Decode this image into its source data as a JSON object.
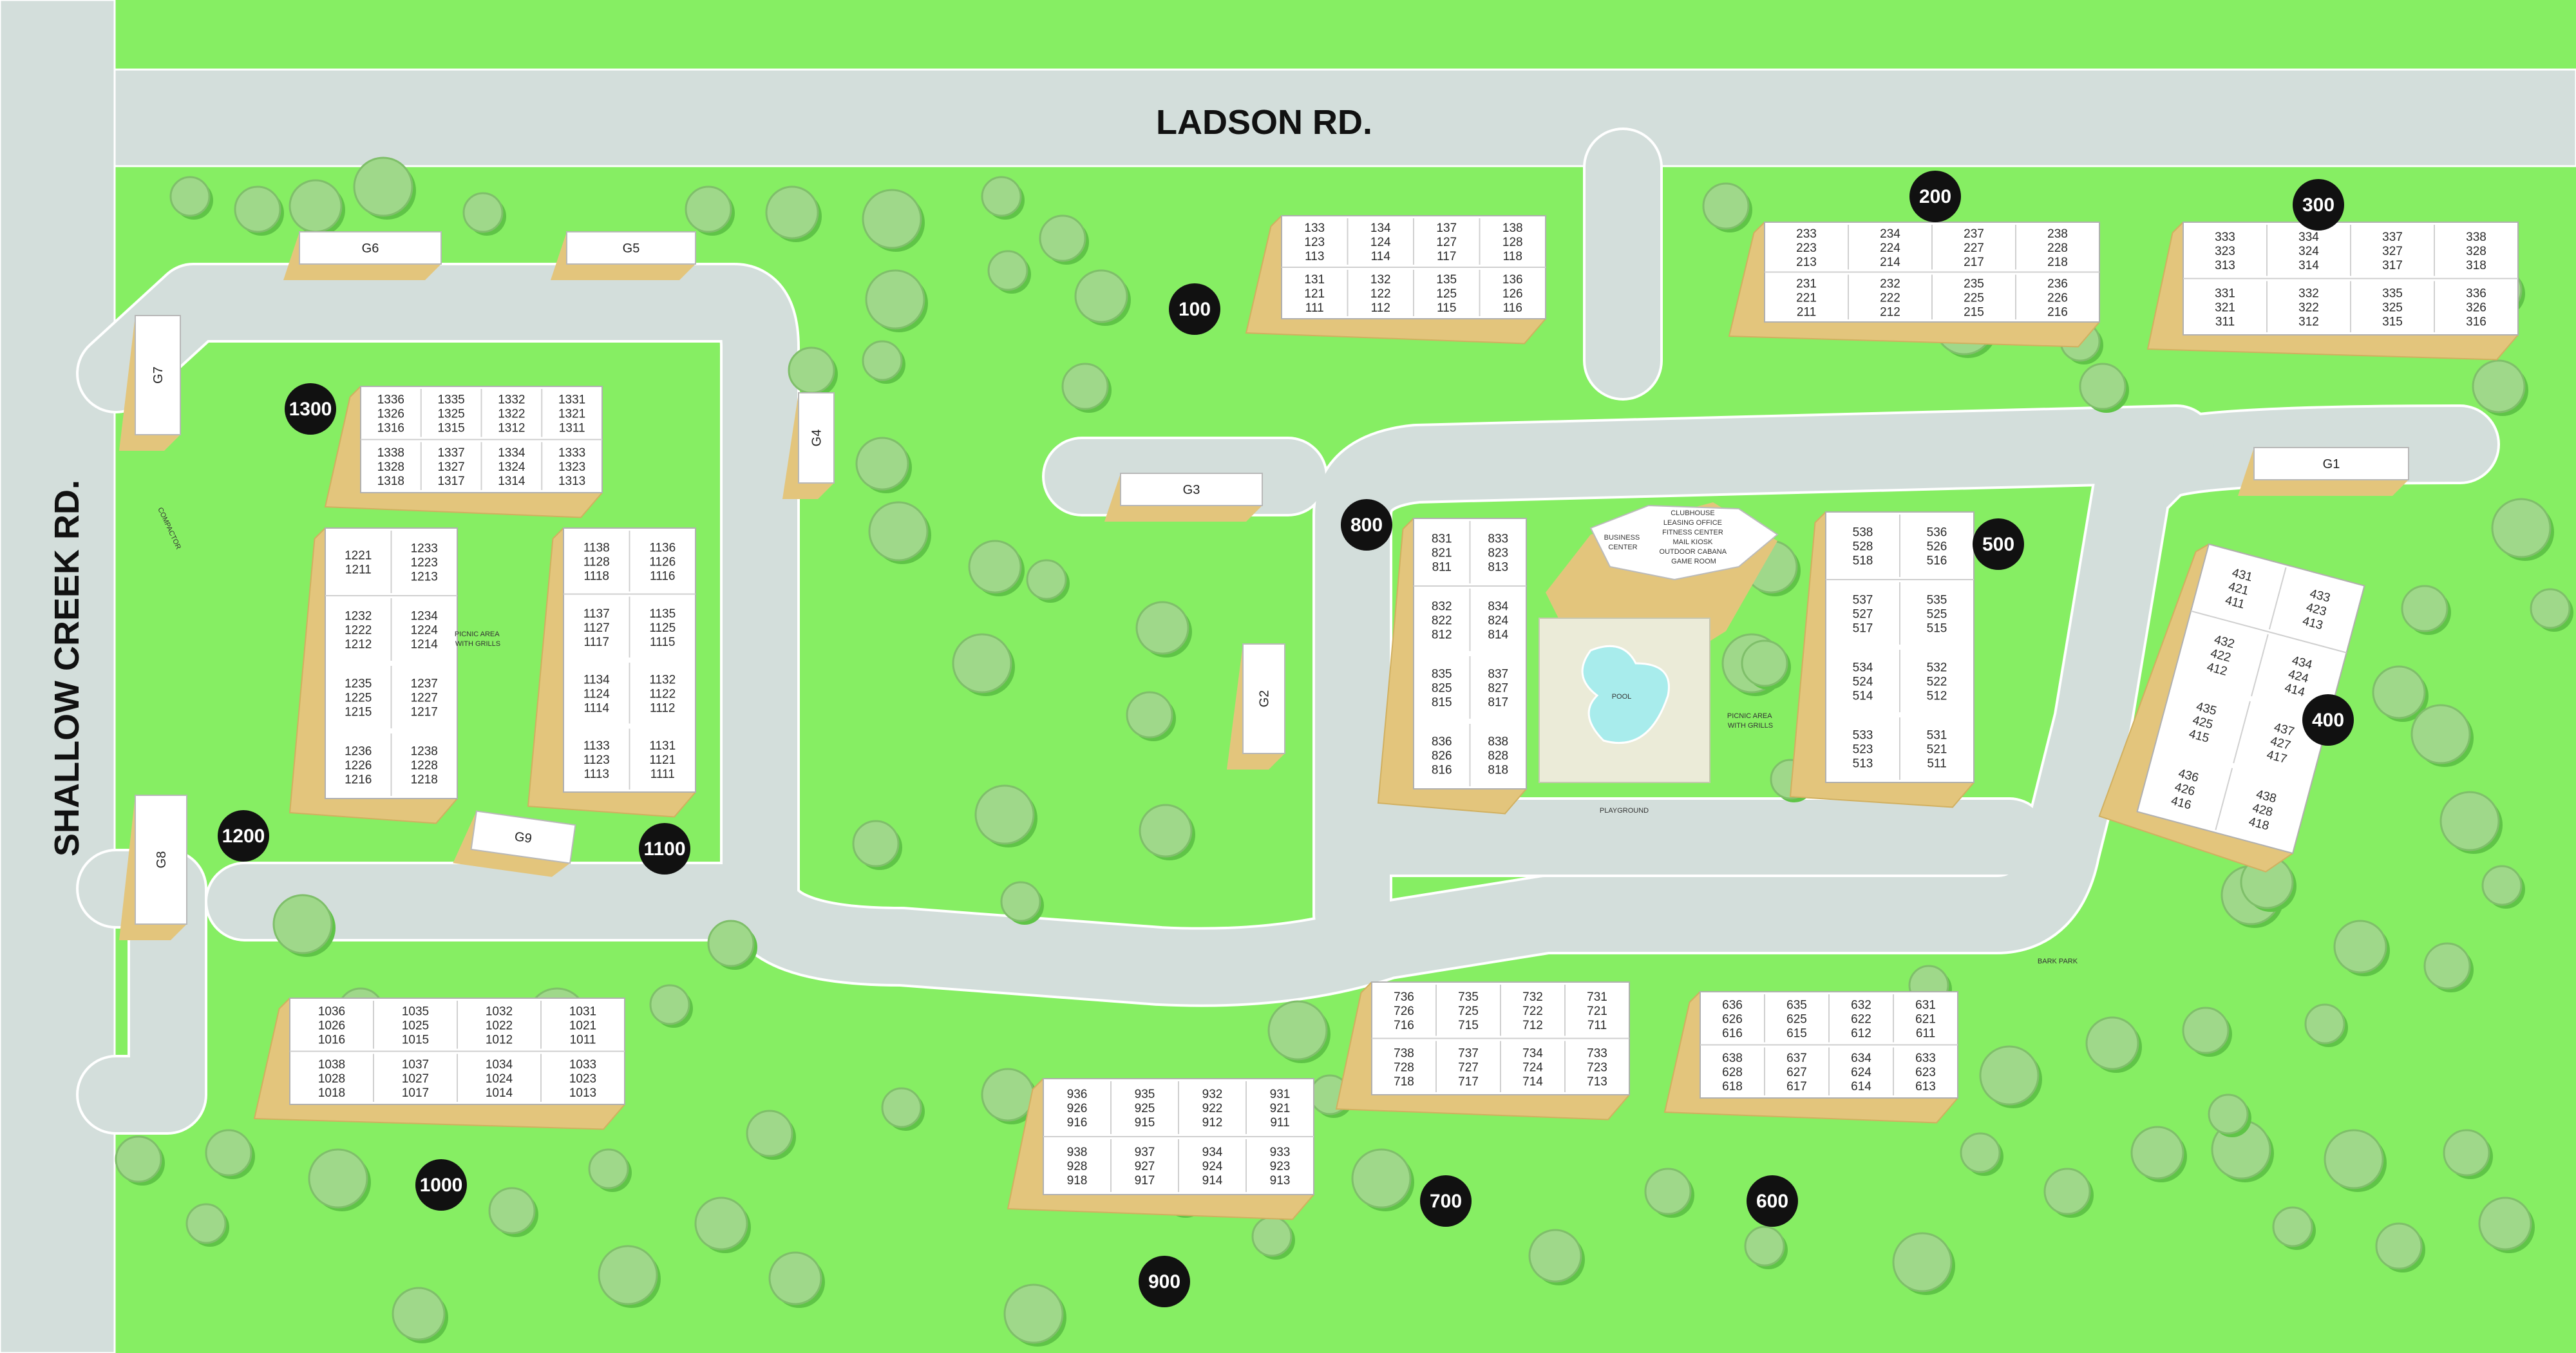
{
  "colors": {
    "grass": "#86ee63",
    "road": "#d3dedb",
    "road_edge": "#ffffff",
    "building_shadow": "#e3c57c",
    "building": "#ffffff",
    "tree": "#9fd88a",
    "badge": "#111111",
    "pool": "#a8ecec"
  },
  "roads": {
    "ladson": "LADSON RD.",
    "shallow_creek": "SHALLOW CREEK RD."
  },
  "labels": {
    "clubhouse": [
      "CLUBHOUSE",
      "LEASING OFFICE",
      "FITNESS CENTER",
      "MAIL KIOSK",
      "OUTDOOR CABANA",
      "GAME ROOM"
    ],
    "business_center": [
      "BUSINESS",
      "CENTER"
    ],
    "pool": "POOL",
    "playground": "PLAYGROUND",
    "picnic_center": [
      "PICNIC AREA",
      "WITH GRILLS"
    ],
    "picnic_west": [
      "PICNIC AREA",
      "WITH GRILLS"
    ],
    "bark_park": "BARK PARK",
    "compactor": "COMPACTOR"
  },
  "garages": [
    "G1",
    "G2",
    "G3",
    "G4",
    "G5",
    "G6",
    "G7",
    "G8",
    "G9"
  ],
  "buildings": [
    {
      "badge": "100",
      "units": [
        [
          "133",
          "123",
          "113"
        ],
        [
          "134",
          "124",
          "114"
        ],
        [
          "137",
          "127",
          "117"
        ],
        [
          "138",
          "128",
          "118"
        ],
        [
          "131",
          "121",
          "111"
        ],
        [
          "132",
          "122",
          "112"
        ],
        [
          "135",
          "125",
          "115"
        ],
        [
          "136",
          "126",
          "116"
        ]
      ]
    },
    {
      "badge": "200",
      "units": [
        [
          "233",
          "223",
          "213"
        ],
        [
          "234",
          "224",
          "214"
        ],
        [
          "237",
          "227",
          "217"
        ],
        [
          "238",
          "228",
          "218"
        ],
        [
          "231",
          "221",
          "211"
        ],
        [
          "232",
          "222",
          "212"
        ],
        [
          "235",
          "225",
          "215"
        ],
        [
          "236",
          "226",
          "216"
        ]
      ]
    },
    {
      "badge": "300",
      "units": [
        [
          "333",
          "323",
          "313"
        ],
        [
          "334",
          "324",
          "314"
        ],
        [
          "337",
          "327",
          "317"
        ],
        [
          "338",
          "328",
          "318"
        ],
        [
          "331",
          "321",
          "311"
        ],
        [
          "332",
          "322",
          "312"
        ],
        [
          "335",
          "325",
          "315"
        ],
        [
          "336",
          "326",
          "316"
        ]
      ]
    },
    {
      "badge": "400",
      "units": [
        [
          "431",
          "421",
          "411"
        ],
        [
          "433",
          "423",
          "413"
        ],
        [
          "432",
          "422",
          "412"
        ],
        [
          "434",
          "424",
          "414"
        ],
        [
          "435",
          "425",
          "415"
        ],
        [
          "437",
          "427",
          "417"
        ],
        [
          "436",
          "426",
          "416"
        ],
        [
          "438",
          "428",
          "418"
        ]
      ]
    },
    {
      "badge": "500",
      "units": [
        [
          "538",
          "528",
          "518"
        ],
        [
          "536",
          "526",
          "516"
        ],
        [
          "537",
          "527",
          "517"
        ],
        [
          "535",
          "525",
          "515"
        ],
        [
          "534",
          "524",
          "514"
        ],
        [
          "532",
          "522",
          "512"
        ],
        [
          "533",
          "523",
          "513"
        ],
        [
          "531",
          "521",
          "511"
        ]
      ]
    },
    {
      "badge": "600",
      "units": [
        [
          "636",
          "626",
          "616"
        ],
        [
          "635",
          "625",
          "615"
        ],
        [
          "632",
          "622",
          "612"
        ],
        [
          "631",
          "621",
          "611"
        ],
        [
          "638",
          "628",
          "618"
        ],
        [
          "637",
          "627",
          "617"
        ],
        [
          "634",
          "624",
          "614"
        ],
        [
          "633",
          "623",
          "613"
        ]
      ]
    },
    {
      "badge": "700",
      "units": [
        [
          "736",
          "726",
          "716"
        ],
        [
          "735",
          "725",
          "715"
        ],
        [
          "732",
          "722",
          "712"
        ],
        [
          "731",
          "721",
          "711"
        ],
        [
          "738",
          "728",
          "718"
        ],
        [
          "737",
          "727",
          "717"
        ],
        [
          "734",
          "724",
          "714"
        ],
        [
          "733",
          "723",
          "713"
        ]
      ]
    },
    {
      "badge": "800",
      "units": [
        [
          "831",
          "821",
          "811"
        ],
        [
          "833",
          "823",
          "813"
        ],
        [
          "832",
          "822",
          "812"
        ],
        [
          "834",
          "824",
          "814"
        ],
        [
          "835",
          "825",
          "815"
        ],
        [
          "837",
          "827",
          "817"
        ],
        [
          "836",
          "826",
          "816"
        ],
        [
          "838",
          "828",
          "818"
        ]
      ]
    },
    {
      "badge": "900",
      "units": [
        [
          "936",
          "926",
          "916"
        ],
        [
          "935",
          "925",
          "915"
        ],
        [
          "932",
          "922",
          "912"
        ],
        [
          "931",
          "921",
          "911"
        ],
        [
          "938",
          "928",
          "918"
        ],
        [
          "937",
          "927",
          "917"
        ],
        [
          "934",
          "924",
          "914"
        ],
        [
          "933",
          "923",
          "913"
        ]
      ]
    },
    {
      "badge": "1000",
      "units": [
        [
          "1036",
          "1026",
          "1016"
        ],
        [
          "1035",
          "1025",
          "1015"
        ],
        [
          "1032",
          "1022",
          "1012"
        ],
        [
          "1031",
          "1021",
          "1011"
        ],
        [
          "1038",
          "1028",
          "1018"
        ],
        [
          "1037",
          "1027",
          "1017"
        ],
        [
          "1034",
          "1024",
          "1014"
        ],
        [
          "1033",
          "1023",
          "1013"
        ]
      ]
    },
    {
      "badge": "1100",
      "units": [
        [
          "1138",
          "1128",
          "1118"
        ],
        [
          "1136",
          "1126",
          "1116"
        ],
        [
          "1137",
          "1127",
          "1117"
        ],
        [
          "1135",
          "1125",
          "1115"
        ],
        [
          "1134",
          "1124",
          "1114"
        ],
        [
          "1132",
          "1122",
          "1112"
        ],
        [
          "1133",
          "1123",
          "1113"
        ],
        [
          "1131",
          "1121",
          "1111"
        ]
      ]
    },
    {
      "badge": "1200",
      "units": [
        [
          "1221",
          "1211"
        ],
        [
          "1233",
          "1223",
          "1213"
        ],
        [
          "1232",
          "1222",
          "1212"
        ],
        [
          "1234",
          "1224",
          "1214"
        ],
        [
          "1235",
          "1225",
          "1215"
        ],
        [
          "1237",
          "1227",
          "1217"
        ],
        [
          "1236",
          "1226",
          "1216"
        ],
        [
          "1238",
          "1228",
          "1218"
        ]
      ]
    },
    {
      "badge": "1300",
      "units": [
        [
          "1336",
          "1326",
          "1316"
        ],
        [
          "1335",
          "1325",
          "1315"
        ],
        [
          "1332",
          "1322",
          "1312"
        ],
        [
          "1331",
          "1321",
          "1311"
        ],
        [
          "1338",
          "1328",
          "1318"
        ],
        [
          "1337",
          "1327",
          "1317"
        ],
        [
          "1334",
          "1324",
          "1314"
        ],
        [
          "1333",
          "1323",
          "1313"
        ]
      ]
    }
  ]
}
